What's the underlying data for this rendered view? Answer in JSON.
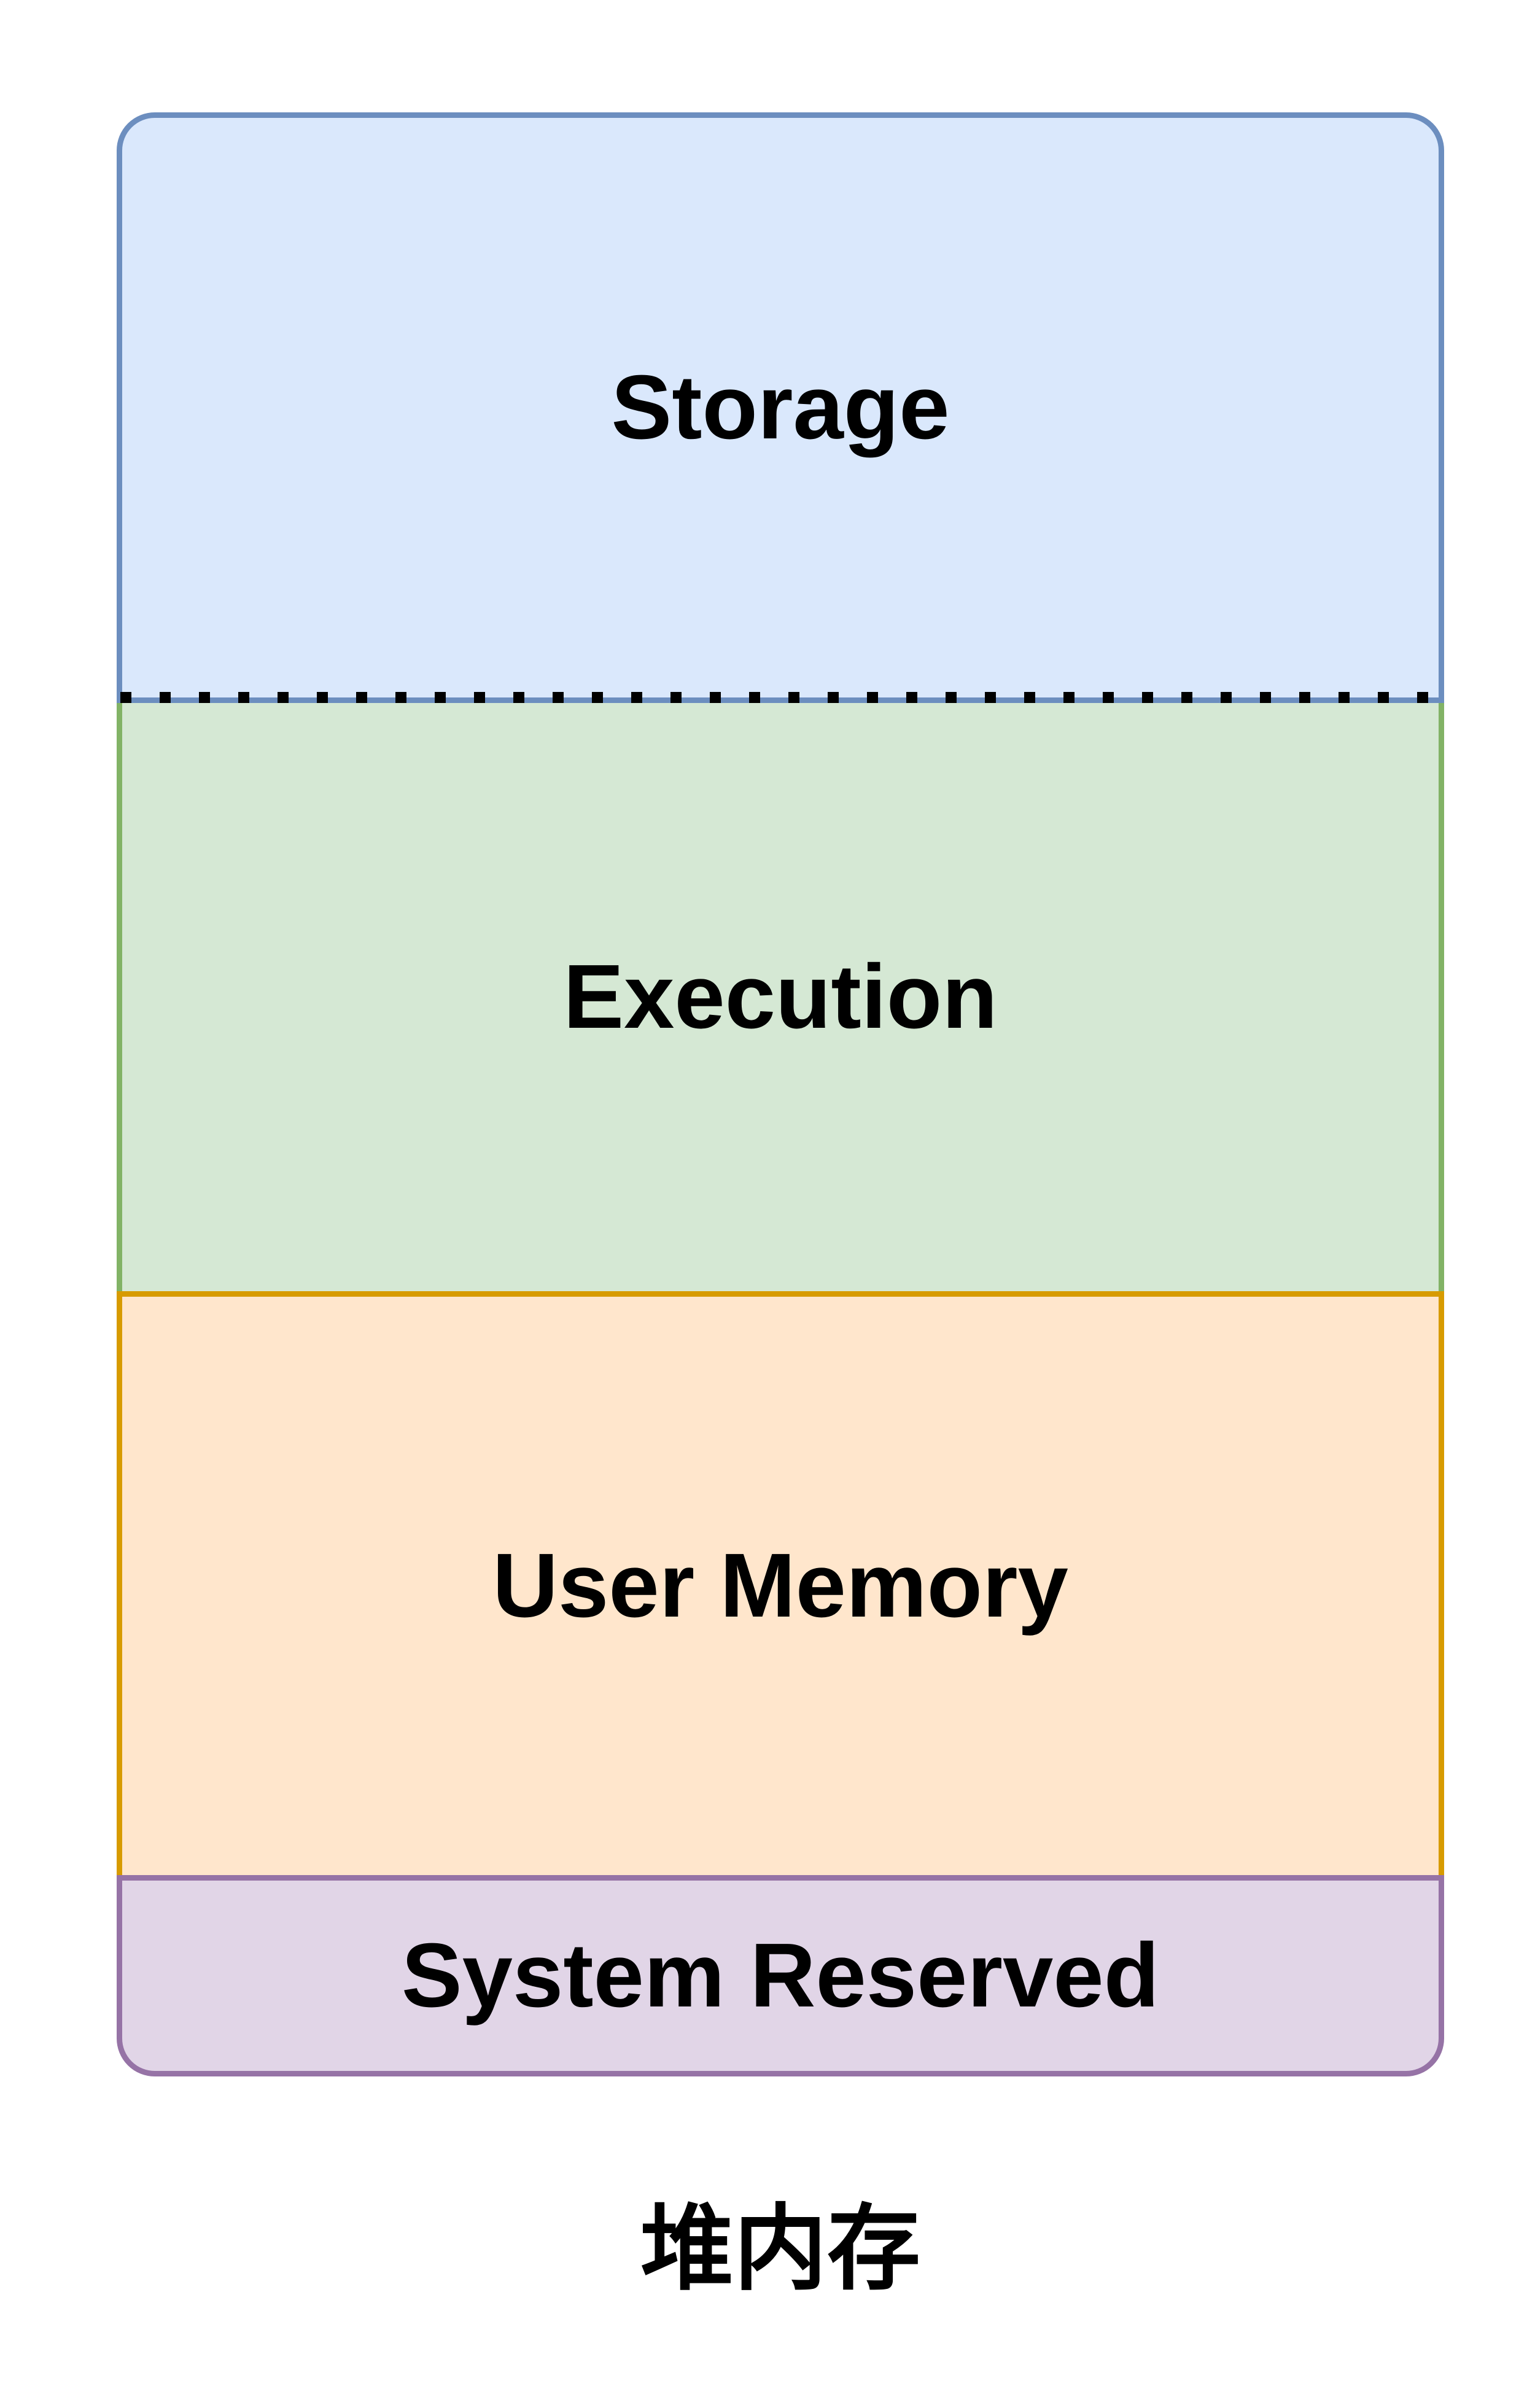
{
  "diagram": {
    "caption": "堆内存",
    "sections": [
      {
        "label": "Storage",
        "fill": "#dae8fc",
        "stroke": "#6c8ebf"
      },
      {
        "label": "Execution",
        "fill": "#d5e8d4",
        "stroke": "#82b366"
      },
      {
        "label": "User Memory",
        "fill": "#ffe6cc",
        "stroke": "#d79b00"
      },
      {
        "label": "System Reserved",
        "fill": "#e1d5e7",
        "stroke": "#9673a6"
      }
    ],
    "dividers": [
      {
        "between": [
          "Storage",
          "Execution"
        ],
        "style": "dashed",
        "color": "#000000"
      },
      {
        "between": [
          "Execution",
          "User Memory"
        ],
        "style": "solid",
        "color": "#d79b00"
      },
      {
        "between": [
          "User Memory",
          "System Reserved"
        ],
        "style": "solid",
        "color": "#9673a6"
      }
    ],
    "text_color": "#000000",
    "background": "#ffffff"
  }
}
